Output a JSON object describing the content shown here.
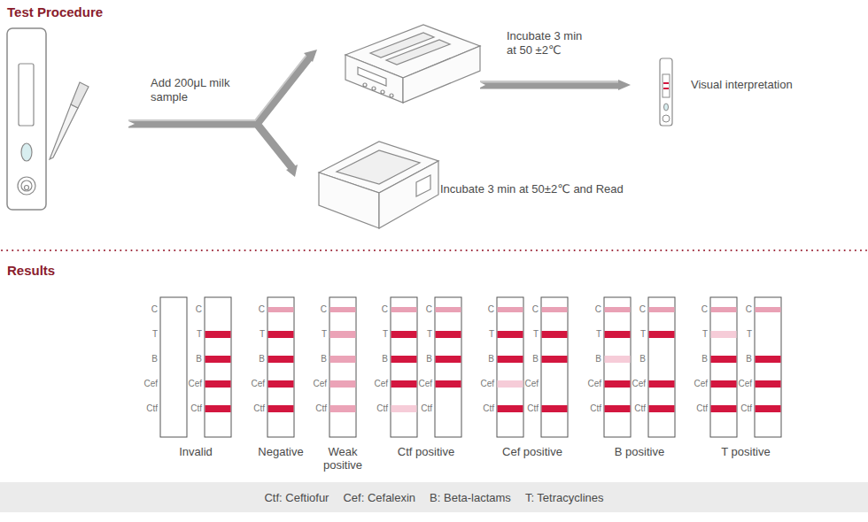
{
  "diagram": {
    "nodes": [
      {
        "text": [
          "Ctf: Ceftiofur",
          "Cef: Cefalexin",
          "B: Beta-lactams",
          "T: Tetracyclines"
        ]
      }
    ],
    "labels": [
      "Test Procedure",
      "Add 200μL milk sample",
      "Incubate 3 min at 50 ±2℃",
      "Visual interpretation",
      "Incubate 3 min at 50±2℃ and Read",
      "Results",
      "C",
      "T",
      "B",
      "Cef",
      "Ctf",
      "C",
      "T",
      "B",
      "Cef",
      "Ctf",
      "C",
      "T",
      "B",
      "Cef",
      "Ctf",
      "C",
      "T",
      "B",
      "Cef",
      "Ctf",
      "C",
      "T",
      "B",
      "Cef",
      "Ctf",
      "C",
      "T",
      "B",
      "Cef",
      "Ctf",
      "C",
      "T",
      "B",
      "Cef",
      "Ctf",
      "C",
      "T",
      "B",
      "Cef",
      "Ctf",
      "C",
      "T",
      "B",
      "Cef",
      "Ctf",
      "C",
      "T",
      "B",
      "Cef",
      "Ctf",
      "C",
      "T",
      "B",
      "Cef",
      "Ctf",
      "C",
      "T",
      "B",
      "Cef",
      "Ctf",
      "Invalid",
      "Negative",
      "Weak positive",
      "Ctf positive",
      "Cef positive",
      "B positive",
      "T positive"
    ]
  }
}
